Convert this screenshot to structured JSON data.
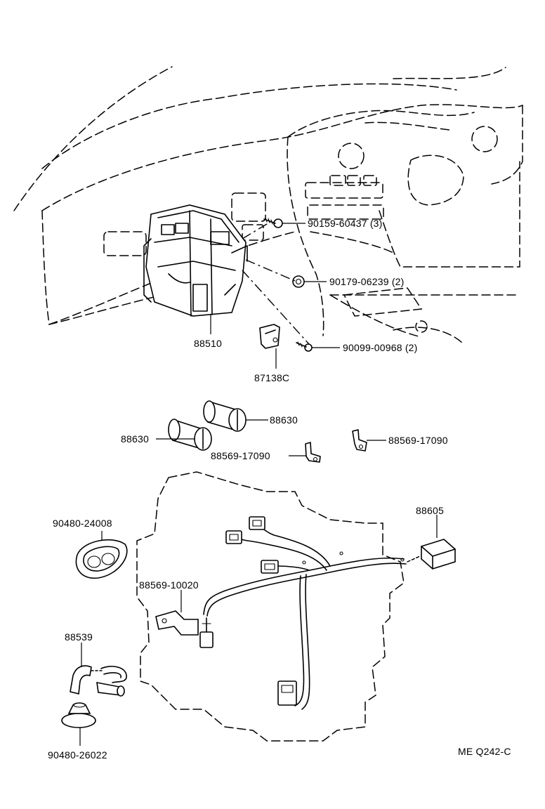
{
  "diagram": {
    "part_labels": {
      "p90159": "90159-60437 (3)",
      "p90179": "90179-06239 (2)",
      "p90099": "90099-00968 (2)",
      "p88510": "88510",
      "p87138c": "87138C",
      "p88630_right": "88630",
      "p88630_left": "88630",
      "p88569_17090_mid": "88569-17090",
      "p88569_17090_right": "88569-17090",
      "p88605": "88605",
      "p90480_24008": "90480-24008",
      "p88569_10020": "88569-10020",
      "p88539": "88539",
      "p90480_26022": "90480-26022"
    },
    "figure_code": "ME Q242-C"
  }
}
